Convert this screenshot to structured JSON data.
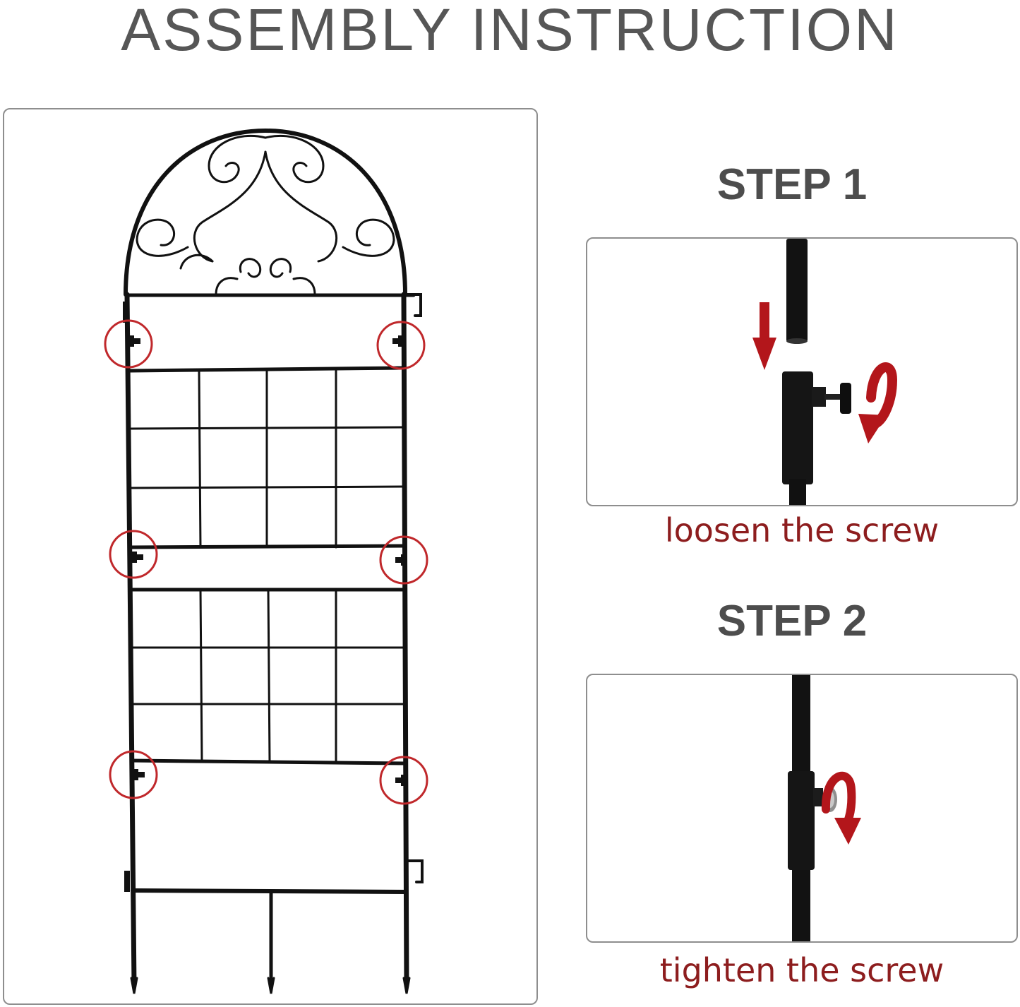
{
  "header": {
    "title": "ASSEMBLY INSTRUCTION"
  },
  "steps": [
    {
      "heading": "STEP 1",
      "caption": "loosen the screw"
    },
    {
      "heading": "STEP 2",
      "caption": "tighten the screw"
    }
  ],
  "colors": {
    "title": "#565656",
    "heading": "#4d4d4d",
    "caption": "#8d1d1e",
    "marker_circle": "#c0282b",
    "arrow": "#b3161b",
    "metal": "#111111",
    "panel_border": "#8e8e8e"
  },
  "icons": {
    "down_arrow": "down-arrow-icon",
    "rotate_arrow": "rotate-arrow-icon"
  }
}
